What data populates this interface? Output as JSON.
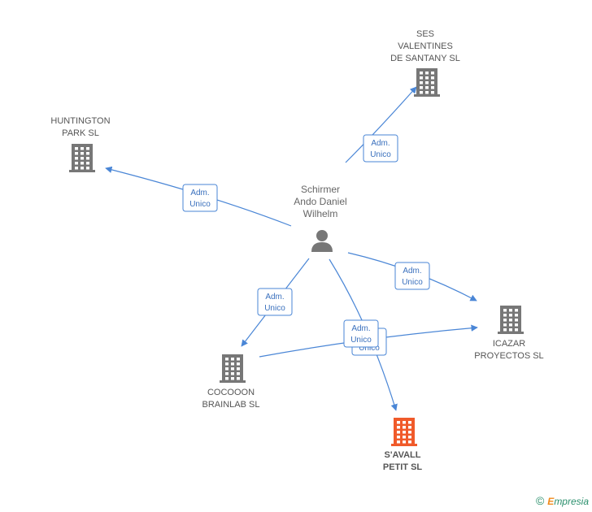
{
  "person": {
    "name_lines": [
      "Schirmer",
      "Ando Daniel",
      "Wilhelm"
    ],
    "icon": "person-icon"
  },
  "companies": [
    {
      "id": "ses",
      "name_lines": [
        "SES",
        "VALENTINES",
        "DE SANTANY SL"
      ],
      "icon": "building-icon",
      "color": "#777777"
    },
    {
      "id": "huntington",
      "name_lines": [
        "HUNTINGTON",
        "PARK SL"
      ],
      "icon": "building-icon",
      "color": "#777777"
    },
    {
      "id": "icazar",
      "name_lines": [
        "ICAZAR",
        "PROYECTOS SL"
      ],
      "icon": "building-icon",
      "color": "#777777"
    },
    {
      "id": "cocooon",
      "name_lines": [
        "COCOOON",
        "BRAINLAB SL"
      ],
      "icon": "building-icon",
      "color": "#777777"
    },
    {
      "id": "savall",
      "name_lines": [
        "S'AVALL",
        "PETIT SL"
      ],
      "icon": "building-icon",
      "color": "#f05a2a",
      "highlight": true
    }
  ],
  "relations": [
    {
      "from": "person",
      "to": "ses",
      "label_lines": [
        "Adm.",
        "Unico"
      ]
    },
    {
      "from": "person",
      "to": "huntington",
      "label_lines": [
        "Adm.",
        "Unico"
      ]
    },
    {
      "from": "person",
      "to": "icazar",
      "label_lines": [
        "Adm.",
        "Unico"
      ]
    },
    {
      "from": "person",
      "to": "cocooon",
      "label_lines": [
        "Adm.",
        "Unico"
      ]
    },
    {
      "from": "person",
      "to": "savall",
      "label_lines": [
        "Adm.",
        "Unico"
      ]
    },
    {
      "from": "cocooon",
      "to": "icazar",
      "label_lines": [
        "Adm.",
        "Unico"
      ]
    }
  ],
  "colors": {
    "edge": "#4a86d6",
    "node": "#777777",
    "focus": "#f05a2a"
  },
  "footer": {
    "copyright": "©",
    "brand_initial": "E",
    "brand_rest": "mpresia"
  }
}
